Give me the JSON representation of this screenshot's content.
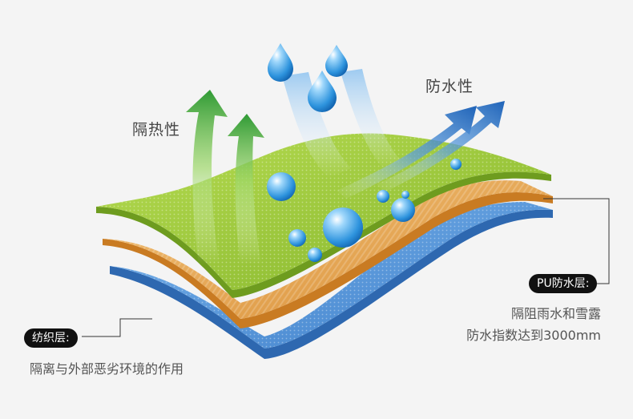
{
  "labels": {
    "heat_insulation": "隔热性",
    "waterproof": "防水性"
  },
  "callouts": {
    "pu_layer": {
      "tag": "PU防水层:",
      "lines": [
        "隔阻雨水和雪露",
        "防水指数达到3000mm"
      ]
    },
    "textile_layer": {
      "tag": "纺织层:",
      "lines": [
        "隔离与外部恶劣环境的作用"
      ]
    }
  },
  "colors": {
    "background": "#f4f4f4",
    "green_layer": "#9bc934",
    "orange_layer": "#e4a24e",
    "blue_layer": "#4f8fd4",
    "green_arrow": "#3aa33a",
    "blue_arrow": "#2a6fc2",
    "water_drop": "#3aa4e6"
  }
}
